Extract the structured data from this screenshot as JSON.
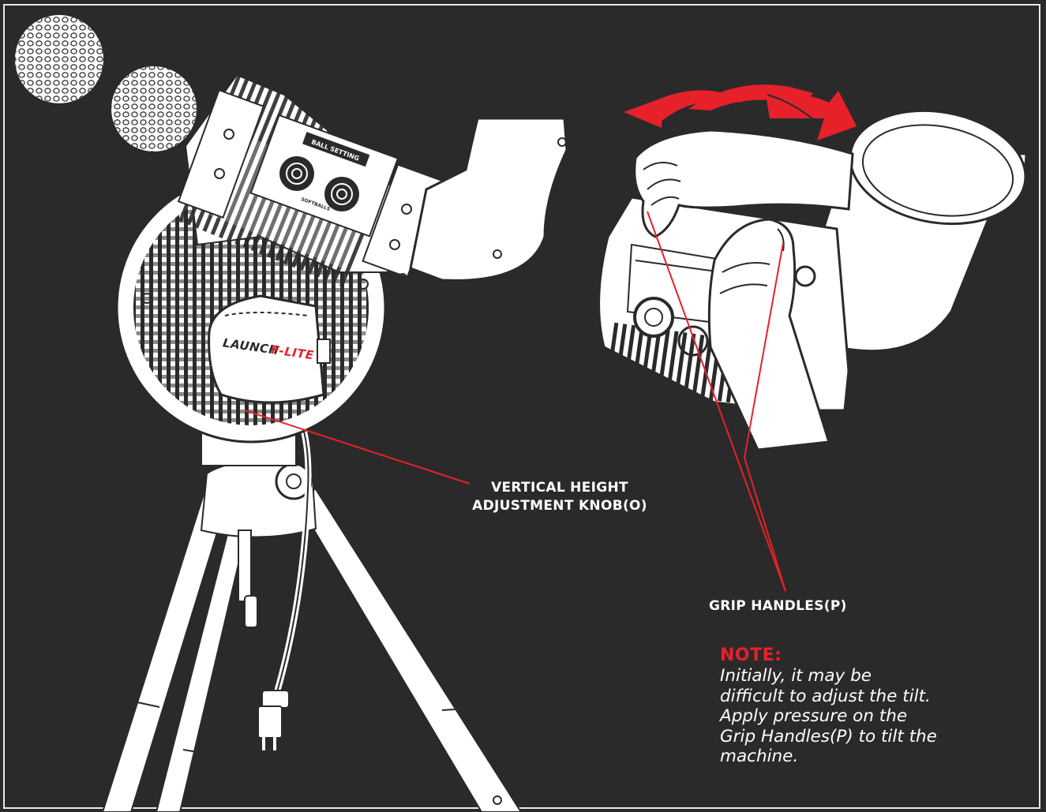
{
  "labels": {
    "knob": "VERTICAL HEIGHT\nADJUSTMENT KNOB(O)",
    "grip": "GRIP HANDLES(P)"
  },
  "note": {
    "heading": "NOTE:",
    "body": "Initially, it may be\ndifficult to adjust the tilt.\nApply pressure on the\nGrip Handles(P) to tilt the\nmachine."
  },
  "machine_markings": {
    "brand_part1": "LAUNCH",
    "brand_part2": "F-LITE",
    "ball_setting": "BALL SETTING",
    "softballs": "SOFTBALLS"
  },
  "colors": {
    "background": "#2b2a2a",
    "line_art": "#ffffff",
    "accent_red": "#e7212a"
  },
  "icons": {
    "balls": "dimpled-ball-icon",
    "tilt_arrow": "double-curved-arrow-icon"
  }
}
